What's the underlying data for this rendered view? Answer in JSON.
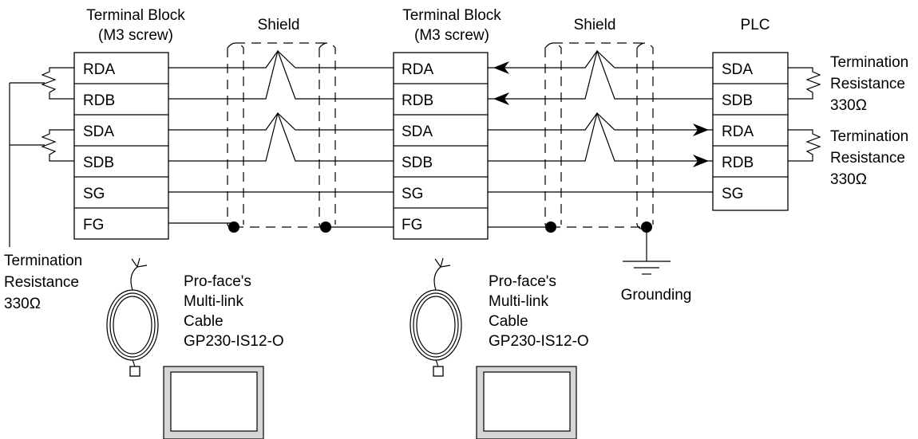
{
  "headers": {
    "left_block_line1": "Terminal Block",
    "left_block_line2": "(M3 screw)",
    "shield_left": "Shield",
    "mid_block_line1": "Terminal Block",
    "mid_block_line2": "(M3 screw)",
    "shield_right": "Shield",
    "plc": "PLC"
  },
  "left_terminals": [
    "RDA",
    "RDB",
    "SDA",
    "SDB",
    "SG",
    "FG"
  ],
  "mid_terminals": [
    "RDA",
    "RDB",
    "SDA",
    "SDB",
    "SG",
    "FG"
  ],
  "plc_terminals": [
    "SDA",
    "SDB",
    "RDA",
    "RDB",
    "SG"
  ],
  "termination_left": {
    "line1": "Termination",
    "line2": "Resistance",
    "line3": "330Ω"
  },
  "termination_plc_1": {
    "line1": "Termination",
    "line2": "Resistance",
    "line3": "330Ω"
  },
  "termination_plc_2": {
    "line1": "Termination",
    "line2": "Resistance",
    "line3": "330Ω"
  },
  "grounding": "Grounding",
  "cable_left": {
    "line1": "Pro-face's",
    "line2": "Multi-link",
    "line3": "Cable",
    "line4": "GP230-IS12-O"
  },
  "cable_right": {
    "line1": "Pro-face's",
    "line2": "Multi-link",
    "line3": "Cable",
    "line4": "GP230-IS12-O"
  }
}
